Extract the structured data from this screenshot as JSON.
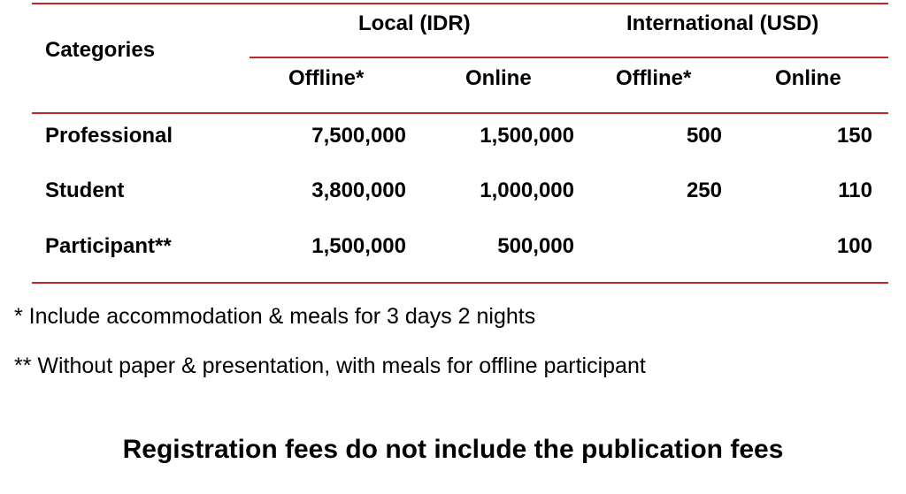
{
  "colors": {
    "rule": "#c0272d",
    "text": "#000000",
    "background": "#ffffff"
  },
  "table": {
    "headers": {
      "categories": "Categories",
      "local_group": "Local (IDR)",
      "international_group": "International (USD)",
      "local_offline": "Offline*",
      "local_online": "Online",
      "international_offline": "Offline*",
      "international_online": "Online"
    },
    "rows": [
      {
        "category": "Professional",
        "local_offline": "7,500,000",
        "local_online": "1,500,000",
        "international_offline": "500",
        "international_online": "150"
      },
      {
        "category": "Student",
        "local_offline": "3,800,000",
        "local_online": "1,000,000",
        "international_offline": "250",
        "international_online": "110"
      },
      {
        "category": "Participant**",
        "local_offline": "1,500,000",
        "local_online": "500,000",
        "international_offline": "",
        "international_online": "100"
      }
    ]
  },
  "notes": [
    "* Include accommodation & meals for 3 days 2 nights",
    "** Without paper & presentation, with meals for offline participant"
  ],
  "disclaimer": "Registration fees do not include the publication fees"
}
